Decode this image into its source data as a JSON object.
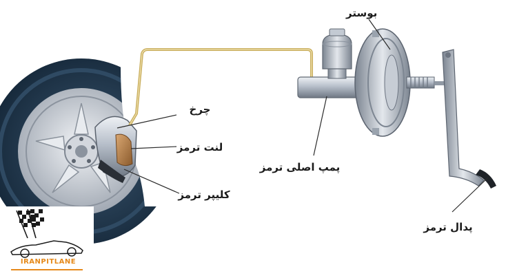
{
  "labels": {
    "booster": "بوستر",
    "wheel": "چرخ",
    "brake_pad": "لنت ترمز",
    "master_cylinder": "پمپ اصلی ترمز",
    "brake_caliper": "کلیپر ترمز",
    "brake_pedal": "پدال ترمز"
  },
  "logo": {
    "text": "IRANPITLANE"
  },
  "colors": {
    "tire": "#1d3348",
    "rim": "#c9ccd2",
    "brake_line": "#c9ae5e",
    "metal": "#b9c1cc",
    "logo_accent": "#e5891a"
  }
}
